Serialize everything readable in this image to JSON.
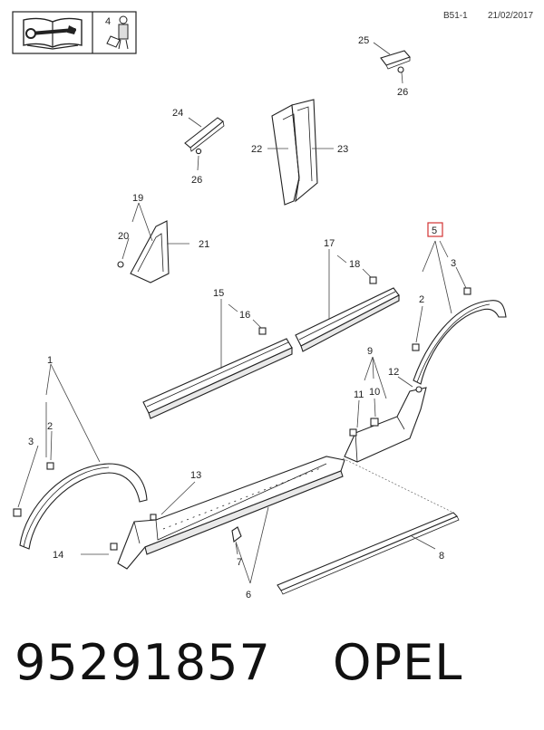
{
  "header": {
    "detail_index": "4",
    "page_code": "B51-1",
    "date": "21/02/2017"
  },
  "callouts": {
    "c1": "1",
    "c2a": "2",
    "c3a": "3",
    "c5": "5",
    "c2b": "2",
    "c3b": "3",
    "c6": "6",
    "c7": "7",
    "c8": "8",
    "c9": "9",
    "c10": "10",
    "c11": "11",
    "c12": "12",
    "c13": "13",
    "c14": "14",
    "c15": "15",
    "c16": "16",
    "c17": "17",
    "c18": "18",
    "c19": "19",
    "c20": "20",
    "c21": "21",
    "c22": "22",
    "c23": "23",
    "c24": "24",
    "c25": "25",
    "c26a": "26",
    "c26b": "26"
  },
  "footer": {
    "part_number": "95291857",
    "brand": "OPEL"
  },
  "icons": [
    "manual-book-icon",
    "tools-icon",
    "technician-detail-icon"
  ],
  "colors": {
    "line": "#222222",
    "highlight_box": "#d33333"
  }
}
